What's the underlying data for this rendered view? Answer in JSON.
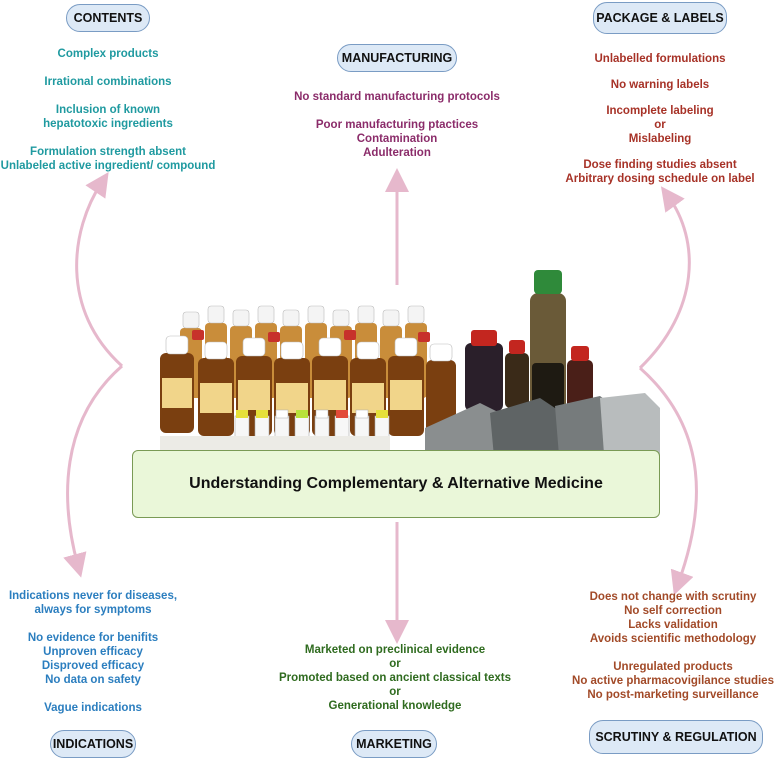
{
  "headings": {
    "contents": "CONTENTS",
    "manufacturing": "MANUFACTURING",
    "package": "PACKAGE & LABELS",
    "indications": "INDICATIONS",
    "marketing": "MARKETING",
    "scrutiny": "SCRUTINY & REGULATION"
  },
  "center_title": "Understanding Complementary & Alternative Medicine",
  "contents": {
    "items": [
      "Complex products",
      "Irrational combinations",
      "Inclusion of known",
      "hepatotoxic ingredients",
      "Formulation strength absent",
      "Unlabeled active ingredient/ compound"
    ]
  },
  "manufacturing": {
    "items": [
      "No standard manufacturing protocols",
      "Poor manufacturing ptactices",
      "Contamination",
      "Adulteration"
    ]
  },
  "package": {
    "items": [
      "Unlabelled formulations",
      "No warning labels",
      "Incomplete labeling",
      "or",
      "Mislabeling",
      "Dose finding studies absent",
      "Arbitrary dosing schedule on label"
    ]
  },
  "indications": {
    "items": [
      "Indications never for diseases,",
      "always for symptoms",
      "No evidence for benifits",
      "Unproven efficacy",
      "Disproved efficacy",
      "No data on safety",
      "Vague indications"
    ]
  },
  "marketing": {
    "items": [
      "Marketed on preclinical evidence",
      "or",
      "Promoted based on ancient classical texts",
      "or",
      "Generational knowledge"
    ]
  },
  "scrutiny": {
    "items": [
      "Does not change with scrutiny",
      "No self correction",
      "Lacks validation",
      "Avoids scientific methodology",
      "Unregulated products",
      "No active pharmacovigilance studies",
      "No post-marketing surveillance"
    ]
  },
  "colors": {
    "contents": "#1f9aa0",
    "manufacturing": "#8b2c6a",
    "package": "#a73227",
    "indications": "#2b7ebf",
    "marketing": "#2f6b1f",
    "scrutiny": "#a24a28",
    "arrow": "#e6b8cc",
    "pill_fill": "#dde9f6",
    "banner_fill": "#eaf7d9"
  }
}
